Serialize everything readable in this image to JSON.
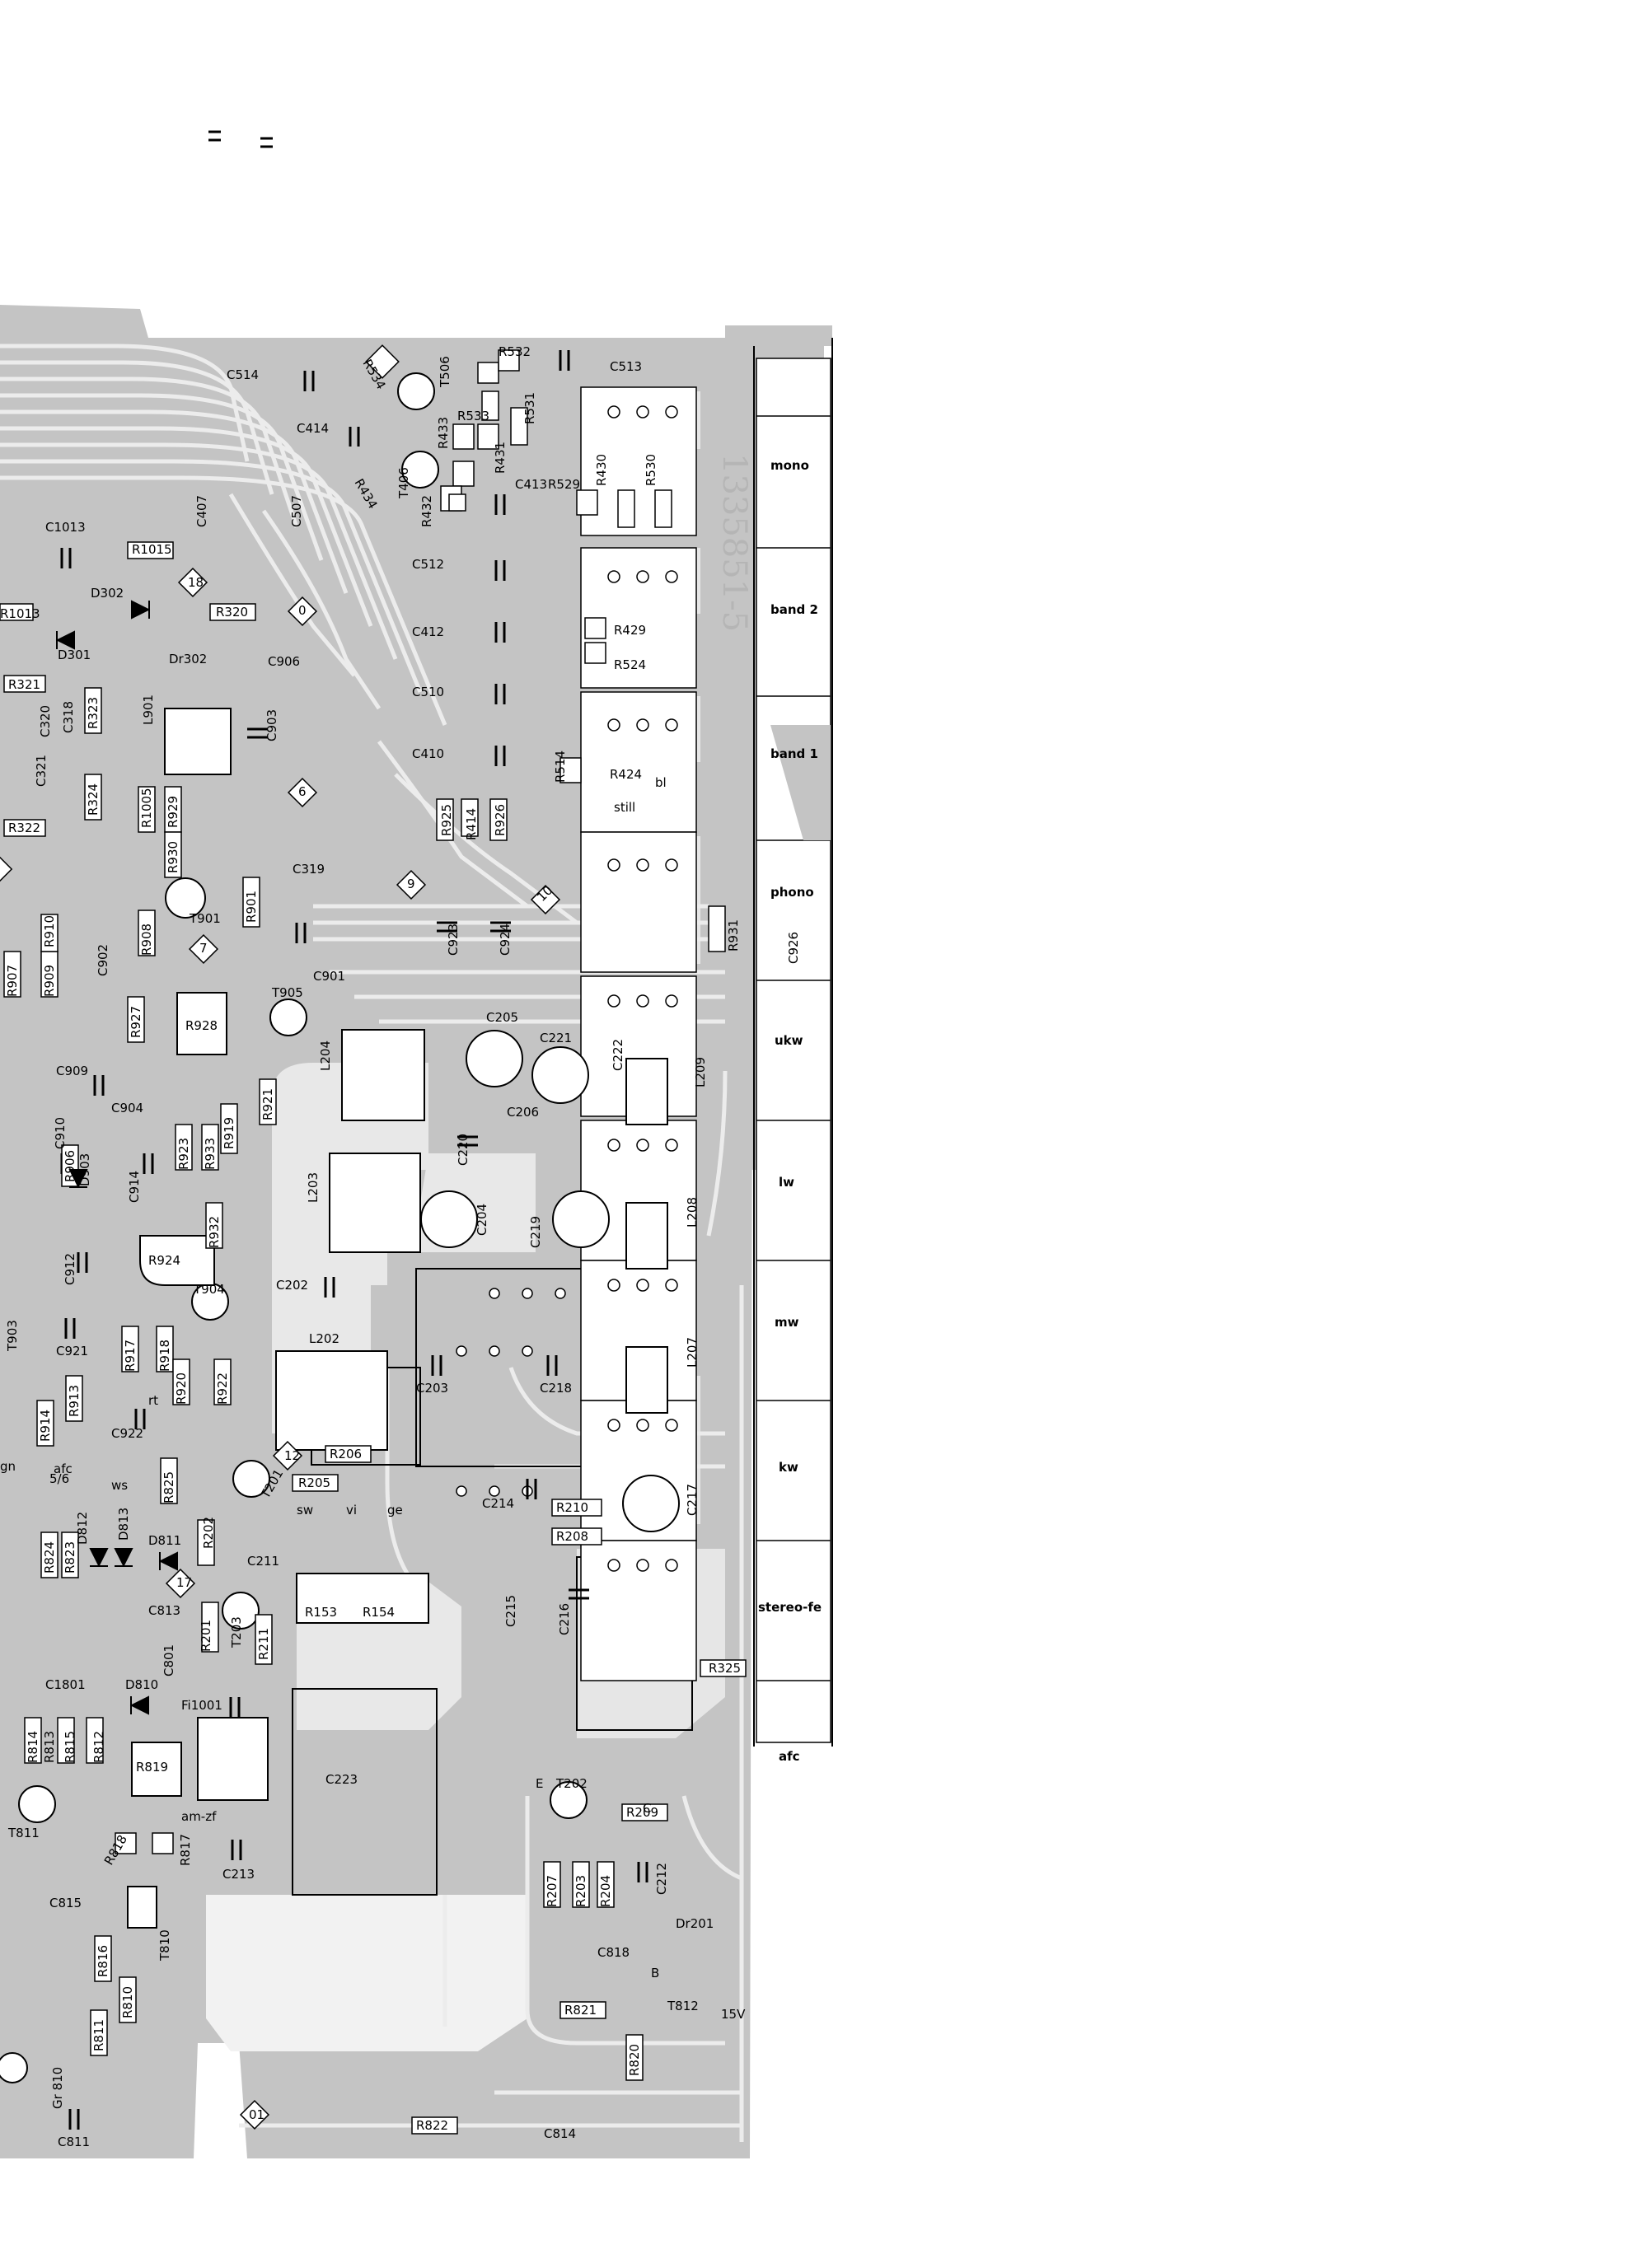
{
  "colors": {
    "background": "#ffffff",
    "pcb_copper": "#c4c4c4",
    "pcb_trace_light": "#e4e4e4",
    "ink": "#000000"
  },
  "handwritten_note": "1335851-5",
  "selector_labels": [
    "mono",
    "band 2",
    "band 1",
    "phono",
    "ukw",
    "lw",
    "mw",
    "kw",
    "stereo-fe",
    "afc"
  ],
  "components": {
    "capacitors": [
      "C514",
      "C513",
      "C414",
      "C407",
      "C507",
      "C1013",
      "C413",
      "C512",
      "C412",
      "C510",
      "C410",
      "C906",
      "C903",
      "C319",
      "C318",
      "C320",
      "C321",
      "C901",
      "C902",
      "C909",
      "C910",
      "C904",
      "C914",
      "C912",
      "C921",
      "C922",
      "C923",
      "C924",
      "C926",
      "C205",
      "C221",
      "C222",
      "C220",
      "C206",
      "C219",
      "C204",
      "C202",
      "C203",
      "C218",
      "C214",
      "C217",
      "C215",
      "C216",
      "C211",
      "C813",
      "C801",
      "C1801",
      "C223",
      "C212",
      "C818",
      "C213",
      "C815",
      "C811",
      "C814"
    ],
    "resistors": [
      "R532",
      "R531",
      "R533",
      "R534",
      "R433",
      "R431",
      "R434",
      "R432",
      "R529",
      "R430",
      "R530",
      "R1015",
      "R1013",
      "R320",
      "R321",
      "R323",
      "R322",
      "R324",
      "R1005",
      "R929",
      "R930",
      "R429",
      "R524",
      "R514",
      "R424",
      "R925",
      "R414",
      "R926",
      "R907",
      "R909",
      "R910",
      "R908",
      "R927",
      "R928",
      "R901",
      "R931",
      "R921",
      "R923",
      "R933",
      "R919",
      "R906",
      "R932",
      "R924",
      "R917",
      "R918",
      "R920",
      "R922",
      "R913",
      "R914",
      "R825",
      "R824",
      "R823",
      "R202",
      "R206",
      "R205",
      "R210",
      "R208",
      "R201",
      "R211",
      "R153",
      "R154",
      "R325",
      "R814",
      "R813",
      "R815",
      "R812",
      "R819",
      "R818",
      "R817",
      "R816",
      "R810",
      "R811",
      "R209",
      "R207",
      "R203",
      "R204",
      "R821",
      "R820",
      "R822"
    ],
    "transistors": [
      "T506",
      "T406",
      "T901",
      "T905",
      "T904",
      "T903",
      "T201",
      "T203",
      "T202",
      "T811",
      "T812",
      "T810"
    ],
    "diodes": [
      "D302",
      "D301",
      "D903",
      "D812",
      "D813",
      "D811",
      "D810"
    ],
    "coils": [
      "L901",
      "L204",
      "L203",
      "L209",
      "L208",
      "L202",
      "L207",
      "Dr302",
      "Dr201",
      "Fi1001"
    ],
    "test_points": [
      "18",
      "0",
      "6",
      "9",
      "10",
      "7",
      "12",
      "17",
      "01"
    ],
    "misc_labels": [
      "still",
      "bl",
      "gn",
      "afc",
      "5/6",
      "ws",
      "rt",
      "sw",
      "vi",
      "ge",
      "am-zf",
      "Gr 810",
      "15V",
      "E",
      "B",
      "C"
    ]
  }
}
